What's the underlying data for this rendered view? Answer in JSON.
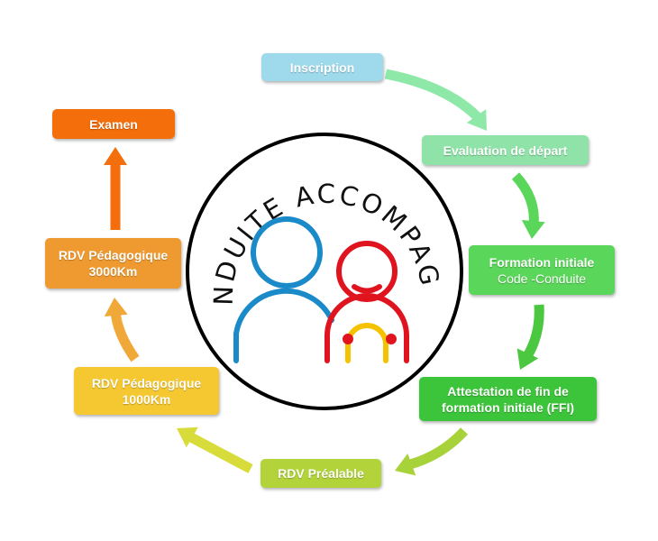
{
  "badge": {
    "title": "CONDUITE ACCOMPAGNÉE",
    "colors": {
      "ring": "#000000",
      "adult": "#1a8ac8",
      "child": "#e0141e",
      "seat": "#f5c200"
    }
  },
  "steps": [
    {
      "lines": [
        "Inscription"
      ],
      "color": "#9fd9ec"
    },
    {
      "lines": [
        "Evaluation de départ"
      ],
      "color": "#8fe3a8"
    },
    {
      "lines": [
        "Formation initiale",
        "Code -Conduite"
      ],
      "color": "#5ad65a"
    },
    {
      "lines": [
        "Attestation  de fin de",
        "formation initiale (FFI)"
      ],
      "color": "#3cc43a"
    },
    {
      "lines": [
        "RDV Préalable"
      ],
      "color": "#b2d43a"
    },
    {
      "lines": [
        "RDV Pédagogique",
        "1000Km"
      ],
      "color": "#f5c832"
    },
    {
      "lines": [
        "RDV Pédagogique",
        "3000Km"
      ],
      "color": "#ef9a30"
    },
    {
      "lines": [
        "Examen"
      ],
      "color": "#f46e0c"
    }
  ],
  "arrow_colors": [
    "#8ee8a8",
    "#5ad65a",
    "#4cc840",
    "#a8d23a",
    "#d8dc3a",
    "#f0a838",
    "#f46e0c"
  ]
}
